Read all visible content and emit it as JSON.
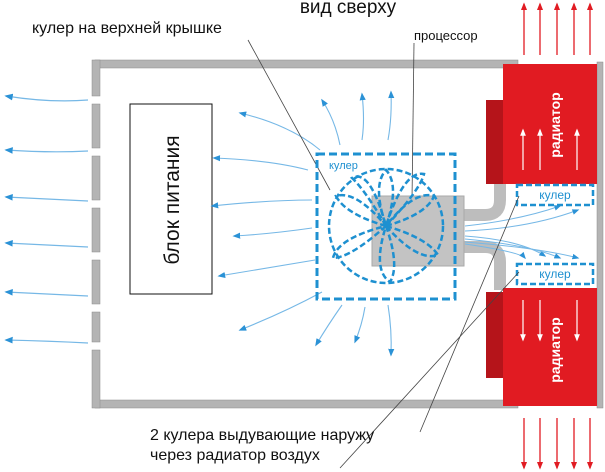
{
  "title": "вид сверху",
  "labels": {
    "top_cooler": "кулер на верхней крышке",
    "processor": "процессор",
    "psu": "блок питания",
    "cooler": "кулер",
    "cooler_right_top": "кулер",
    "cooler_right_bottom": "кулер",
    "radiator_top": "радиатор",
    "radiator_bottom": "радиатор",
    "bottom_caption_line1": "2 кулера выдувающие наружу",
    "bottom_caption_line2": "через радиатор воздух"
  },
  "colors": {
    "case_wall": "#b4b4b4",
    "radiator": "#e11b22",
    "radiator_dark": "#b5141a",
    "cooler_blue": "#1e90d0",
    "arrow_blue": "#2b92d6",
    "arrow_light": "#76b8e6",
    "arrow_red": "#e11b22",
    "heatpipe": "#bdbdbd",
    "processor": "#c3c3c3",
    "text": "#111111"
  },
  "icons": {
    "fan": "fan-icon",
    "airflow": "airflow-arrow-icon",
    "heat_exhaust": "heat-exhaust-arrow-icon"
  }
}
